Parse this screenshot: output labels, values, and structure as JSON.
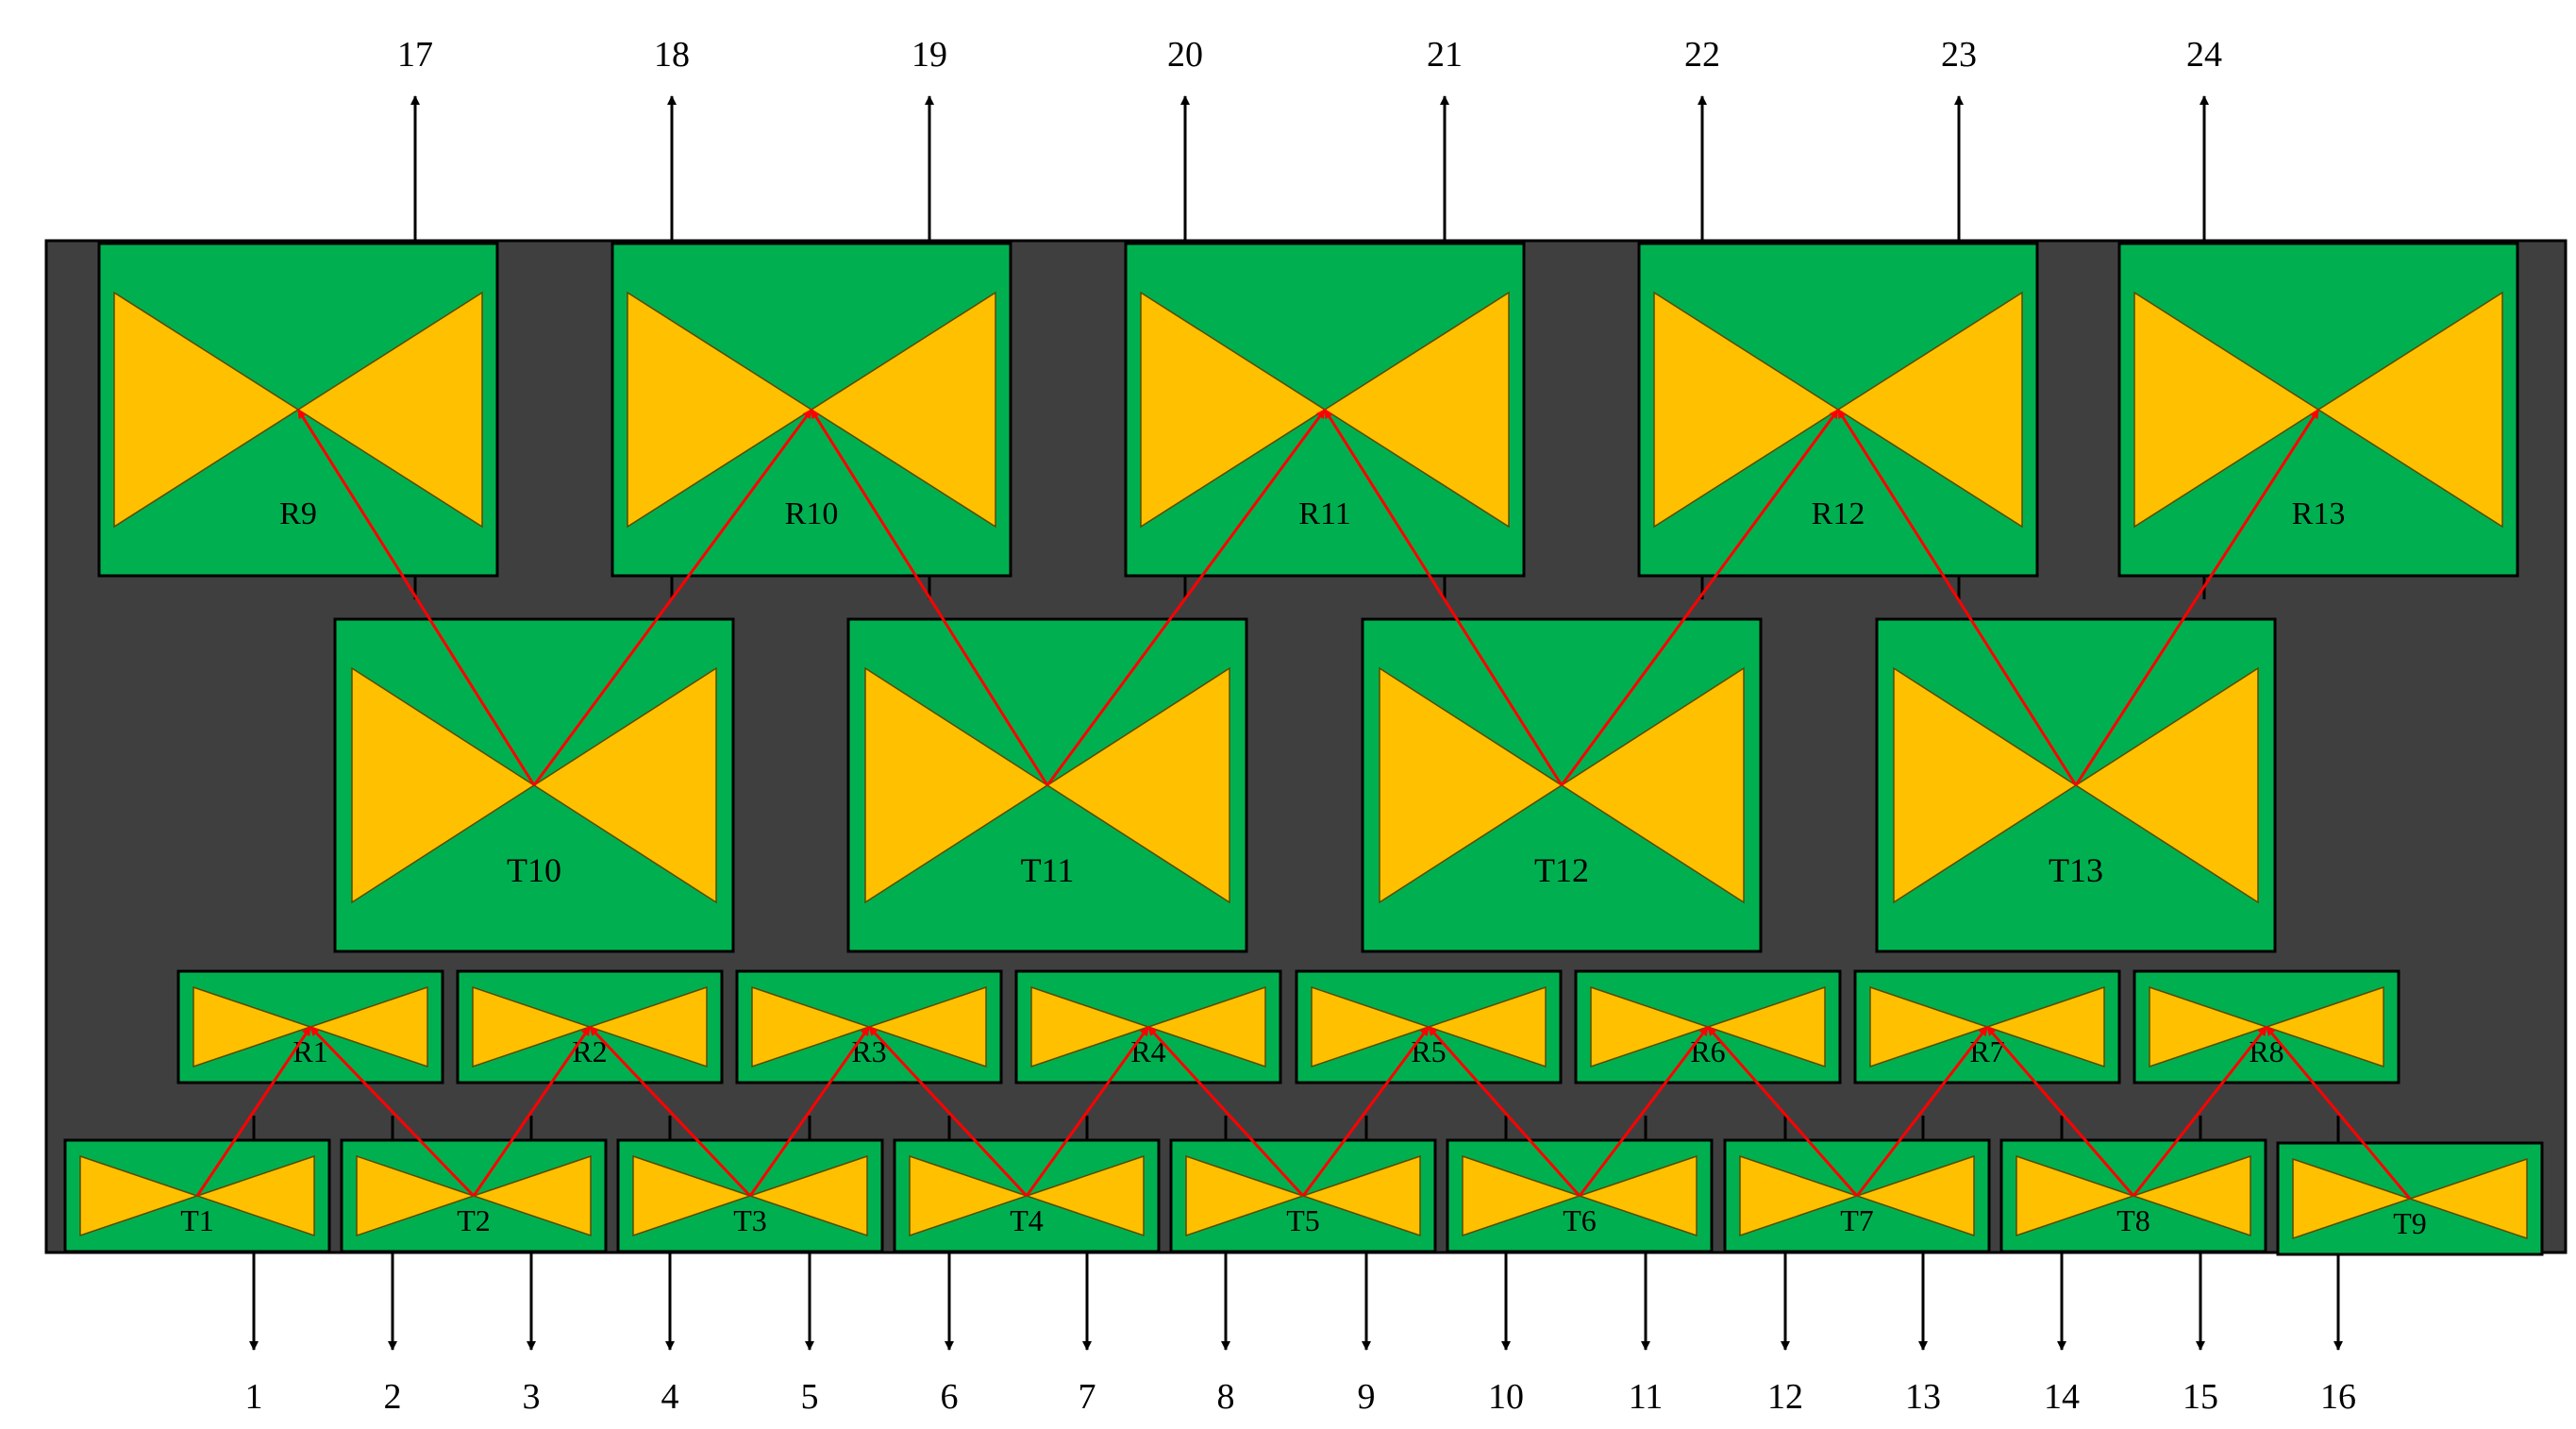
{
  "colors": {
    "panel": "#3f3f3f",
    "box": "#00b050",
    "wing": "#ffc000",
    "arrow_red": "#ff0000",
    "line": "#000000",
    "background": "#ffffff"
  },
  "top_row": [
    {
      "name": "R9"
    },
    {
      "name": "R10"
    },
    {
      "name": "R11"
    },
    {
      "name": "R12"
    },
    {
      "name": "R13"
    }
  ],
  "middle_row": [
    {
      "name": "T10"
    },
    {
      "name": "T11"
    },
    {
      "name": "T12"
    },
    {
      "name": "T13"
    }
  ],
  "small_r_row": [
    {
      "name": "R1"
    },
    {
      "name": "R2"
    },
    {
      "name": "R3"
    },
    {
      "name": "R4"
    },
    {
      "name": "R5"
    },
    {
      "name": "R6"
    },
    {
      "name": "R7"
    },
    {
      "name": "R8"
    }
  ],
  "bottom_t_row": [
    {
      "name": "T1"
    },
    {
      "name": "T2"
    },
    {
      "name": "T3"
    },
    {
      "name": "T4"
    },
    {
      "name": "T5"
    },
    {
      "name": "T6"
    },
    {
      "name": "T7"
    },
    {
      "name": "T8"
    },
    {
      "name": "T9"
    }
  ],
  "output_ports": [
    "17",
    "18",
    "19",
    "20",
    "21",
    "22",
    "23",
    "24"
  ],
  "input_ports": [
    "1",
    "2",
    "3",
    "4",
    "5",
    "6",
    "7",
    "8",
    "9",
    "10",
    "11",
    "12",
    "13",
    "14",
    "15",
    "16"
  ],
  "connections": [
    {
      "from": "T1",
      "to": "R1"
    },
    {
      "from": "T2",
      "to": "R1"
    },
    {
      "from": "T2",
      "to": "R2"
    },
    {
      "from": "T3",
      "to": "R2"
    },
    {
      "from": "T3",
      "to": "R3"
    },
    {
      "from": "T4",
      "to": "R3"
    },
    {
      "from": "T4",
      "to": "R4"
    },
    {
      "from": "T5",
      "to": "R4"
    },
    {
      "from": "T5",
      "to": "R5"
    },
    {
      "from": "T6",
      "to": "R5"
    },
    {
      "from": "T6",
      "to": "R6"
    },
    {
      "from": "T7",
      "to": "R6"
    },
    {
      "from": "T7",
      "to": "R7"
    },
    {
      "from": "T8",
      "to": "R7"
    },
    {
      "from": "T8",
      "to": "R8"
    },
    {
      "from": "T9",
      "to": "R8"
    },
    {
      "from": "T10",
      "to": "R9"
    },
    {
      "from": "T10",
      "to": "R10"
    },
    {
      "from": "T11",
      "to": "R10"
    },
    {
      "from": "T11",
      "to": "R11"
    },
    {
      "from": "T12",
      "to": "R11"
    },
    {
      "from": "T12",
      "to": "R12"
    },
    {
      "from": "T13",
      "to": "R12"
    },
    {
      "from": "T13",
      "to": "R13"
    }
  ]
}
